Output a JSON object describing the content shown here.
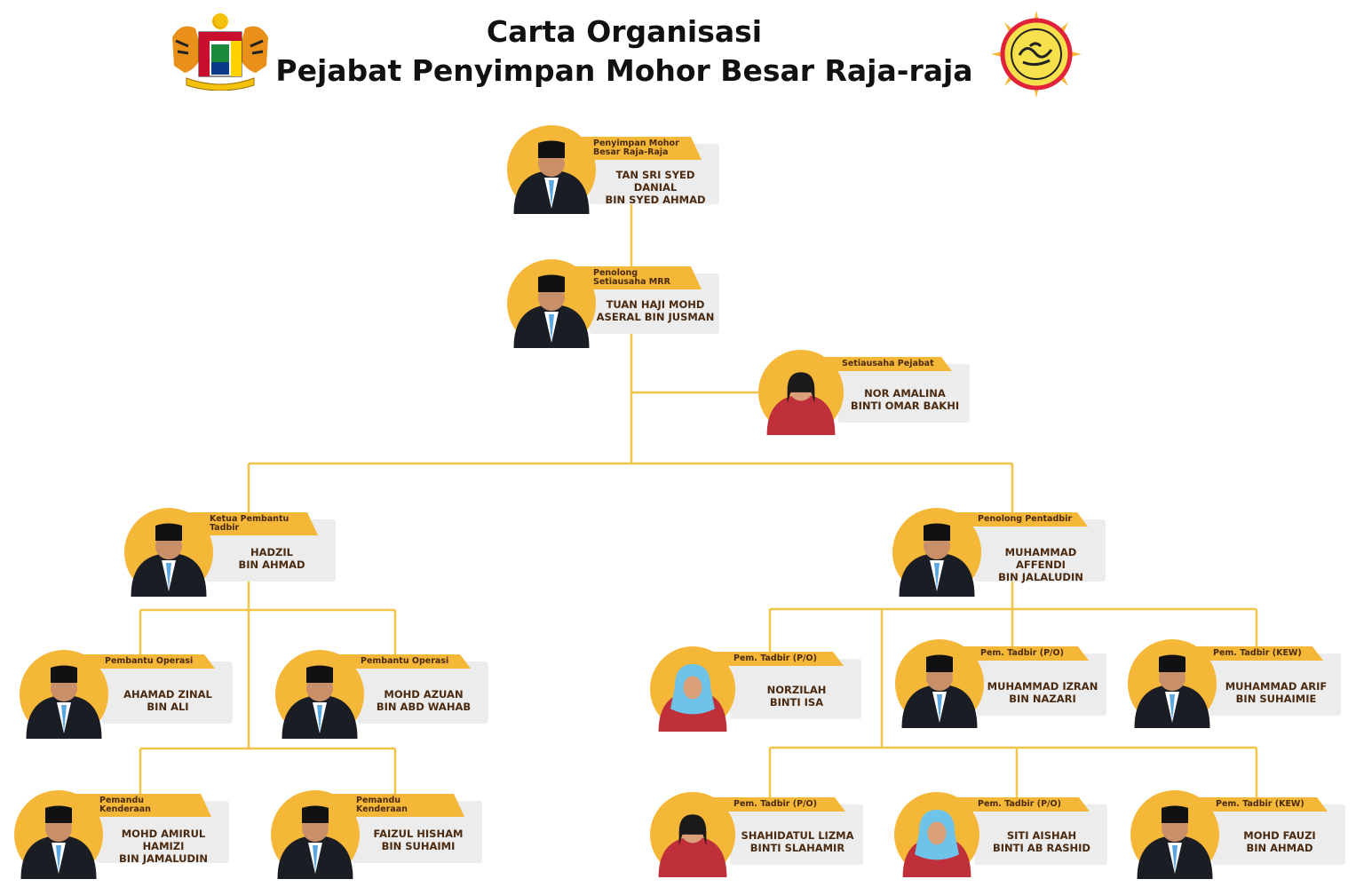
{
  "header": {
    "title_line1": "Carta Organisasi",
    "title_line2": "Pejabat Penyimpan Mohor Besar Raja-raja",
    "left_emblem_icon": "malaysia-coat-of-arms-icon",
    "right_emblem_icon": "keeper-of-rulers-seal-icon"
  },
  "colors": {
    "accent": "#f4b738",
    "line": "#f2c44a",
    "namebox": "#ececec",
    "text": "#4a2a10"
  },
  "people": {
    "penyimpan": {
      "role": "Penyimpan Mohor\nBesar Raja-Raja",
      "name": "TAN SRI SYED DANIAL\nBIN SYED AHMAD"
    },
    "penolong_setiausaha": {
      "role": "Penolong\nSetiausaha MRR",
      "name": "TUAN HAJI MOHD\nASERAL BIN JUSMAN"
    },
    "setiausaha": {
      "role": "Setiausaha Pejabat",
      "name": "NOR AMALINA\nBINTI OMAR BAKHI"
    },
    "ketua_pembantu": {
      "role": "Ketua Pembantu\nTadbir",
      "name": "HADZIL\nBIN AHMAD"
    },
    "penolong_pentadbir": {
      "role": "Penolong Pentadbir",
      "name": "MUHAMMAD AFFENDI\nBIN JALALUDIN"
    },
    "op1": {
      "role": "Pembantu Operasi",
      "name": "AHAMAD ZINAL\nBIN ALI"
    },
    "op2": {
      "role": "Pembantu Operasi",
      "name": "MOHD AZUAN\nBIN ABD WAHAB"
    },
    "drv1": {
      "role": "Pemandu\nKenderaan",
      "name": "MOHD AMIRUL HAMIZI\nBIN JAMALUDIN"
    },
    "drv2": {
      "role": "Pemandu\nKenderaan",
      "name": "FAIZUL HISHAM\nBIN SUHAIMI"
    },
    "t1": {
      "role": "Pem. Tadbir (P/O)",
      "name": "NORZILAH\nBINTI ISA"
    },
    "t2": {
      "role": "Pem. Tadbir (P/O)",
      "name": "MUHAMMAD IZRAN\nBIN NAZARI"
    },
    "t3": {
      "role": "Pem. Tadbir (KEW)",
      "name": "MUHAMMAD ARIF\nBIN SUHAIMIE"
    },
    "t4": {
      "role": "Pem. Tadbir (P/O)",
      "name": "SHAHIDATUL LIZMA\nBINTI SLAHAMIR"
    },
    "t5": {
      "role": "Pem. Tadbir (P/O)",
      "name": "SITI AISHAH\nBINTI AB RASHID"
    },
    "t6": {
      "role": "Pem. Tadbir (KEW)",
      "name": "MOHD FAUZI\nBIN AHMAD"
    }
  }
}
